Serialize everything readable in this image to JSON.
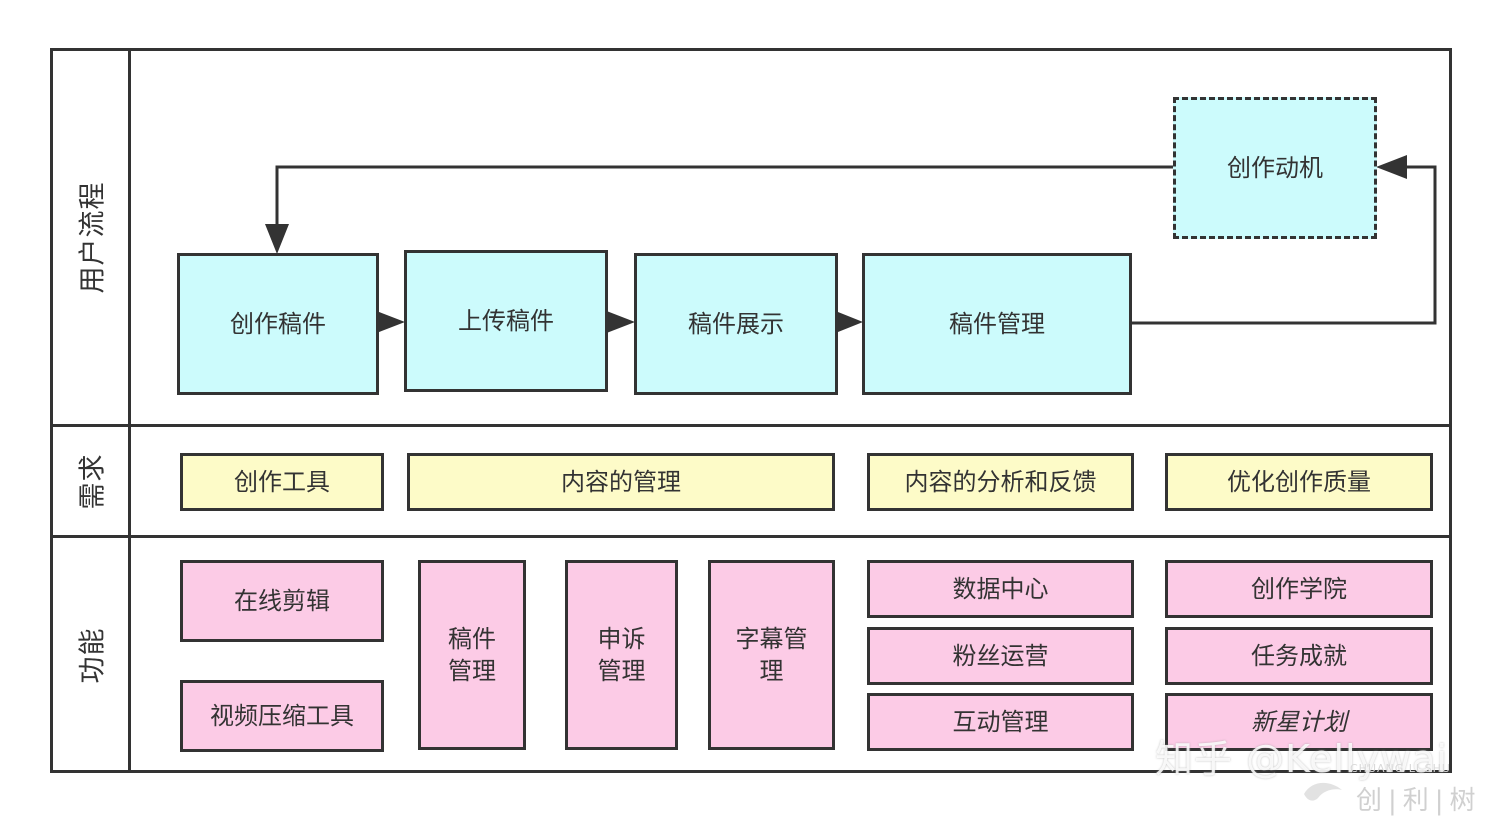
{
  "lanes": {
    "flow": "用户流程",
    "needs": "需求",
    "features": "功能"
  },
  "flow_steps": [
    "创作稿件",
    "上传稿件",
    "稿件展示",
    "稿件管理"
  ],
  "motivation": "创作动机",
  "needs": [
    "创作工具",
    "内容的管理",
    "内容的分析和反馈",
    "优化创作质量"
  ],
  "features": {
    "tools": [
      "在线剪辑",
      "视频压缩工具"
    ],
    "content_mgmt": [
      "稿件\n管理",
      "申诉\n管理",
      "字幕管\n理"
    ],
    "analysis": [
      "数据中心",
      "粉丝运营",
      "互动管理"
    ],
    "quality": [
      "创作学院",
      "任务成就",
      "新星计划"
    ]
  },
  "watermark": {
    "text": "知乎 @Kellywai",
    "brand_en": "CHUANG LI SHU",
    "brand_cn": "创|利|树"
  },
  "colors": {
    "flow_box": "#ccfbfc",
    "need_box": "#fdfbc8",
    "feature_box": "#fccbe6",
    "stroke": "#333333"
  }
}
